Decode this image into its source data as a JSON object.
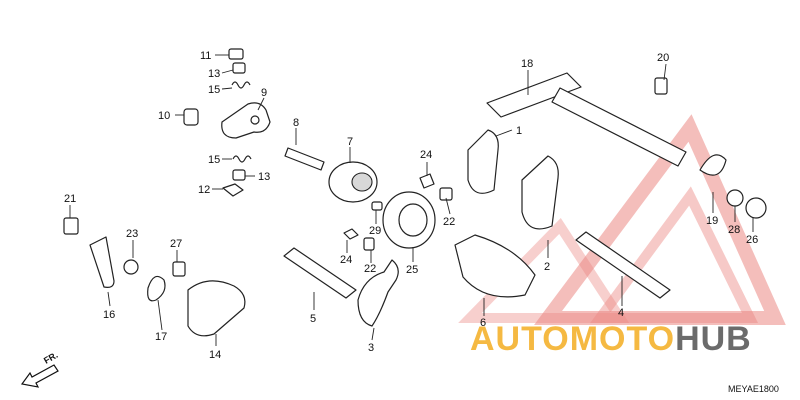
{
  "diagram": {
    "code": "MEYAE1800",
    "direction_label": "FR.",
    "callouts": [
      {
        "id": "c1",
        "label": "1"
      },
      {
        "id": "c2",
        "label": "2"
      },
      {
        "id": "c3",
        "label": "3"
      },
      {
        "id": "c4",
        "label": "4"
      },
      {
        "id": "c5",
        "label": "5"
      },
      {
        "id": "c6",
        "label": "6"
      },
      {
        "id": "c7",
        "label": "7"
      },
      {
        "id": "c8",
        "label": "8"
      },
      {
        "id": "c9",
        "label": "9"
      },
      {
        "id": "c10",
        "label": "10"
      },
      {
        "id": "c11",
        "label": "11"
      },
      {
        "id": "c12",
        "label": "12"
      },
      {
        "id": "c13a",
        "label": "13"
      },
      {
        "id": "c13b",
        "label": "13"
      },
      {
        "id": "c14",
        "label": "14"
      },
      {
        "id": "c15a",
        "label": "15"
      },
      {
        "id": "c15b",
        "label": "15"
      },
      {
        "id": "c16",
        "label": "16"
      },
      {
        "id": "c17",
        "label": "17"
      },
      {
        "id": "c18",
        "label": "18"
      },
      {
        "id": "c19",
        "label": "19"
      },
      {
        "id": "c20",
        "label": "20"
      },
      {
        "id": "c21",
        "label": "21"
      },
      {
        "id": "c22a",
        "label": "22"
      },
      {
        "id": "c22b",
        "label": "22"
      },
      {
        "id": "c23",
        "label": "23"
      },
      {
        "id": "c24a",
        "label": "24"
      },
      {
        "id": "c24b",
        "label": "24"
      },
      {
        "id": "c25",
        "label": "25"
      },
      {
        "id": "c26",
        "label": "26"
      },
      {
        "id": "c27",
        "label": "27"
      },
      {
        "id": "c28",
        "label": "28"
      },
      {
        "id": "c29",
        "label": "29"
      }
    ]
  },
  "watermark": {
    "text_primary": "AUTOMOTO",
    "text_secondary": "HUB",
    "color_orange": "#f5b942",
    "color_red": "#e8736d",
    "color_gray": "#6b6b6b"
  }
}
